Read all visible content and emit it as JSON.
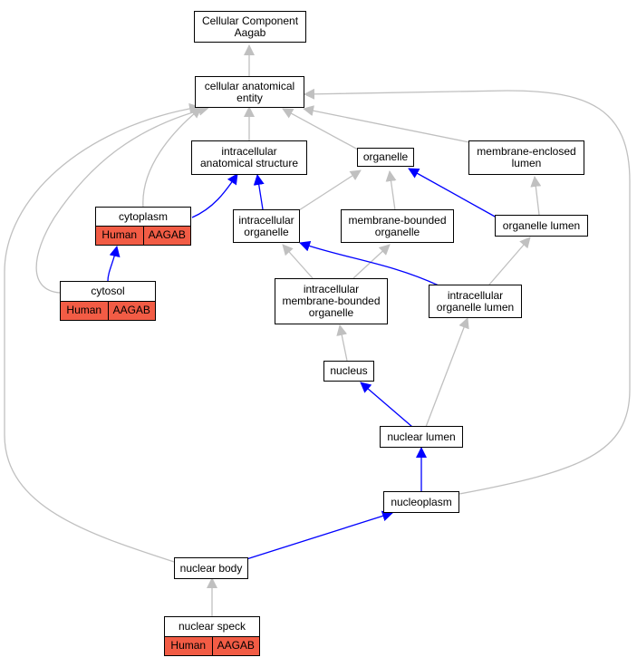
{
  "nodes": {
    "root": "Cellular Component\nAagab",
    "cae": "cellular anatomical\nentity",
    "ias": "intracellular\nanatomical structure",
    "organelle": "organelle",
    "mel": "membrane-enclosed\nlumen",
    "cytoplasm": "cytoplasm",
    "io": "intracellular\norganelle",
    "mbo": "membrane-bounded\norganelle",
    "olumen": "organelle lumen",
    "cytosol": "cytosol",
    "imbo": "intracellular\nmembrane-bounded\norganelle",
    "iol": "intracellular\norganelle lumen",
    "nucleus": "nucleus",
    "nlumen": "nuclear lumen",
    "nucleoplasm": "nucleoplasm",
    "nbody": "nuclear body",
    "nspeck": "nuclear speck"
  },
  "annotations": {
    "cytoplasm": {
      "species": "Human",
      "gene": "AAGAB"
    },
    "cytosol": {
      "species": "Human",
      "gene": "AAGAB"
    },
    "nspeck": {
      "species": "Human",
      "gene": "AAGAB"
    }
  },
  "colors": {
    "is_a_edge": "#c0c0c0",
    "part_of_edge": "#0000ff",
    "annotation_fill": "#f25c45"
  }
}
